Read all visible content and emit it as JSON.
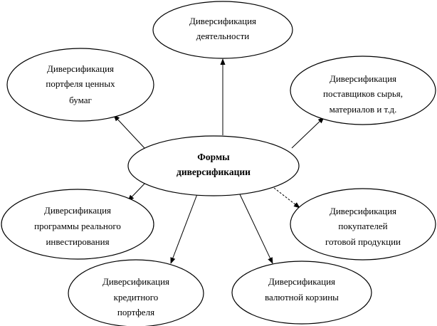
{
  "center": {
    "lines": [
      "Формы",
      "диверсификации"
    ]
  },
  "nodes": {
    "activity": {
      "lines": [
        "Диверсификация",
        "деятельности"
      ]
    },
    "portfolio": {
      "lines": [
        "Диверсификация",
        "портфеля ценных",
        "бумаг"
      ]
    },
    "suppliers": {
      "lines": [
        "Диверсификация",
        "поставщиков сырья,",
        "материалов и т.д."
      ]
    },
    "investment": {
      "lines": [
        "Диверсификация",
        "программы реального",
        "инвестирования"
      ]
    },
    "buyers": {
      "lines": [
        "Диверсификация",
        "покупателей",
        "готовой продукции"
      ]
    },
    "credit": {
      "lines": [
        "Диверсификация",
        "кредитного",
        "портфеля"
      ]
    },
    "currency": {
      "lines": [
        "Диверсификация",
        "валютной корзины"
      ]
    }
  },
  "colors": {
    "stroke": "#000000",
    "fill": "#ffffff"
  }
}
